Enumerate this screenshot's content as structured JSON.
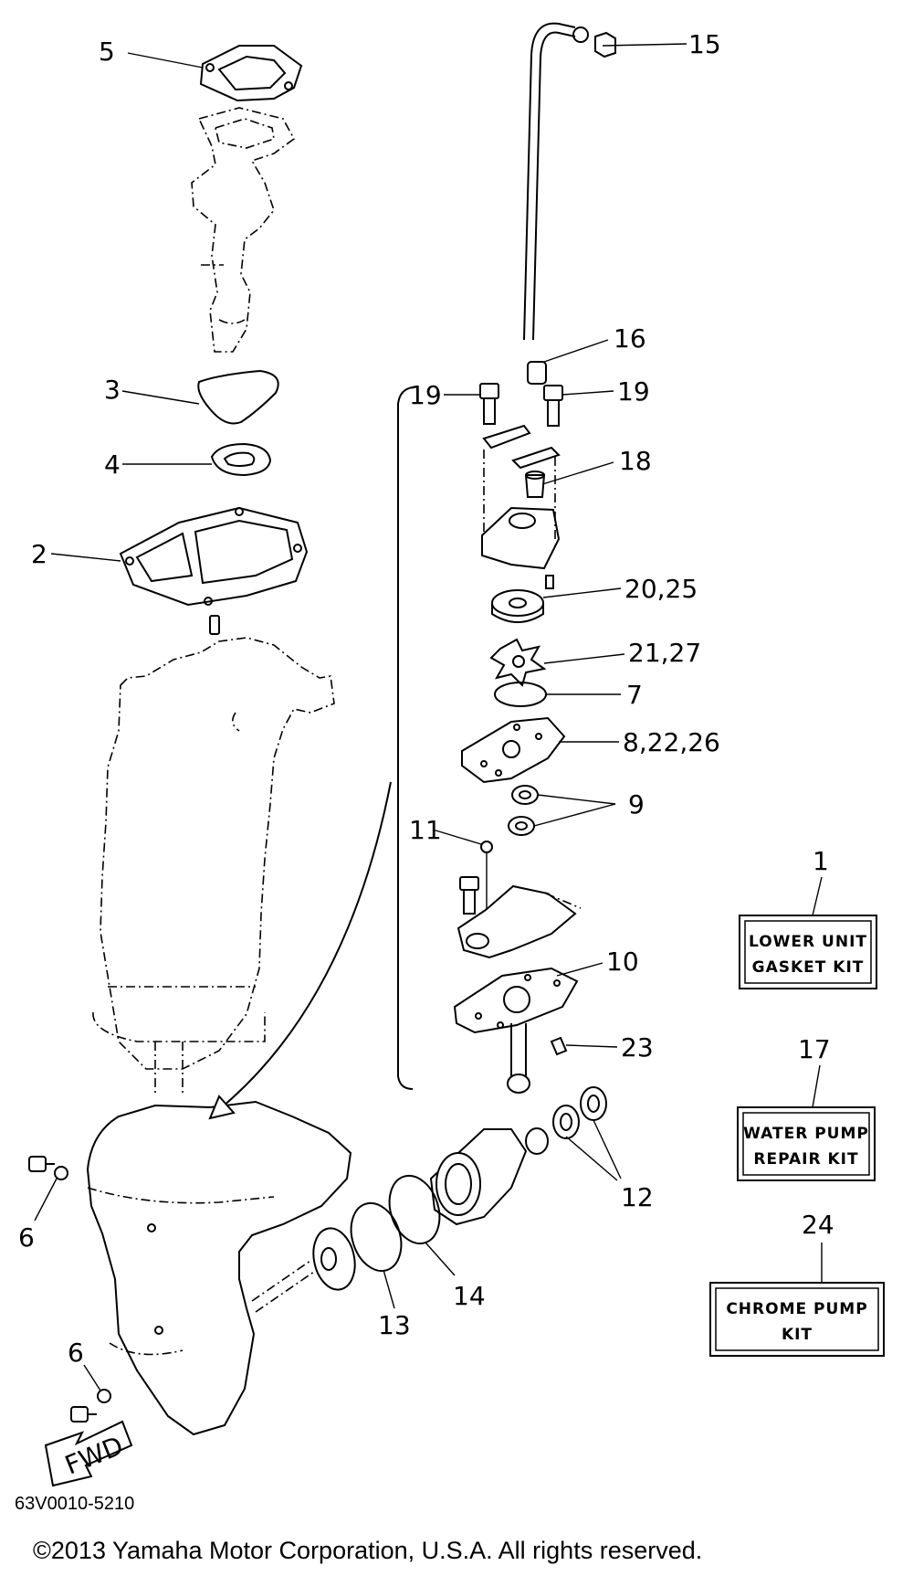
{
  "callouts": {
    "c1": "1",
    "c2": "2",
    "c3": "3",
    "c4": "4",
    "c5": "5",
    "c6a": "6",
    "c6b": "6",
    "c7": "7",
    "c8": "8,22,26",
    "c9": "9",
    "c10": "10",
    "c11": "11",
    "c12": "12",
    "c13": "13",
    "c14": "14",
    "c15": "15",
    "c16": "16",
    "c17": "17",
    "c18": "18",
    "c19a": "19",
    "c19b": "19",
    "c20": "20,25",
    "c21": "21,27",
    "c23": "23",
    "c24": "24"
  },
  "kits": {
    "lower_unit": {
      "line1": "LOWER UNIT",
      "line2": "GASKET KIT"
    },
    "water_pump": {
      "line1": "WATER PUMP",
      "line2": "REPAIR KIT"
    },
    "chrome_pump": {
      "line1": "CHROME PUMP",
      "line2": "KIT"
    }
  },
  "fwd_label": "FWD",
  "diagram_code": "63V0010-5210",
  "copyright": "©2013 Yamaha Motor Corporation, U.S.A. All rights reserved."
}
